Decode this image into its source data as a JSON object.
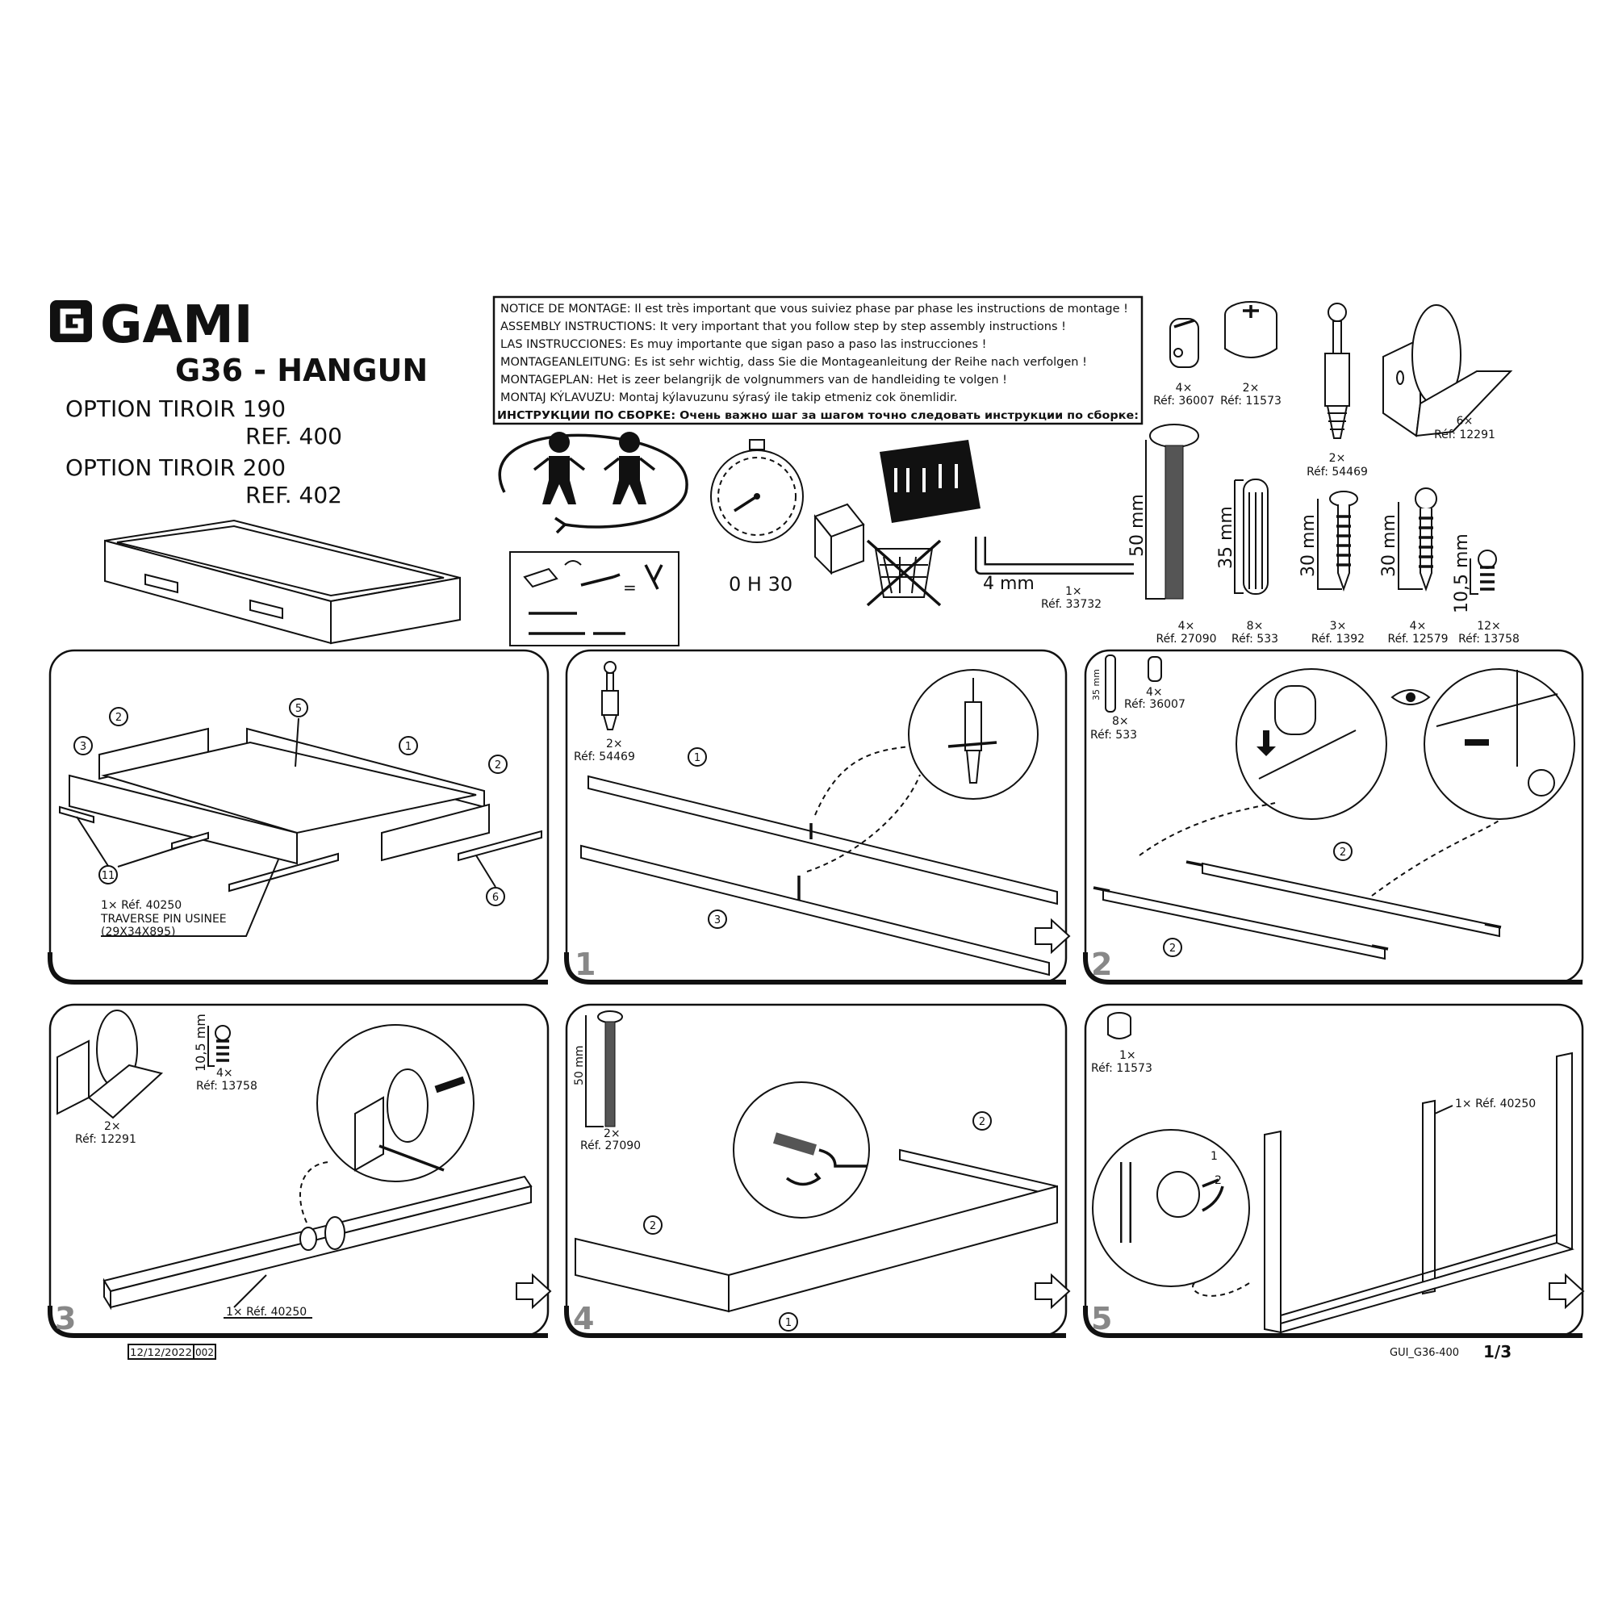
{
  "header": {
    "brand": "GAMI",
    "model": "G36 - HANGUN",
    "options": [
      {
        "name": "OPTION TIROIR 190",
        "ref": "REF. 400"
      },
      {
        "name": "OPTION TIROIR 200",
        "ref": "REF. 402"
      }
    ]
  },
  "notice": [
    {
      "label": "NOTICE DE MONTAGE:",
      "text": " Il est très important que vous suiviez phase par phase les instructions de montage !"
    },
    {
      "label": "ASSEMBLY INSTRUCTIONS:",
      "text": " It very important that you follow step by step assembly instructions !"
    },
    {
      "label": "LAS INSTRUCCIONES:",
      "text": " Es muy importante que sigan paso a paso las instrucciones !"
    },
    {
      "label": "MONTAGEANLEITUNG:",
      "text": " Es ist sehr wichtig, dass Sie die Montageanleitung der Reihe nach verfolgen !"
    },
    {
      "label": "MONTAGEPLAN:",
      "text": " Het is zeer belangrijk de volgnummers van de handleiding te volgen !"
    },
    {
      "label": "MONTAJ KÝLAVUZU:",
      "text": " Montaj kýlavuzunu sýrasý ile takip etmeniz cok önemlidir."
    },
    {
      "label": "ИНСТРУКЦИИ ПО СБОРКЕ:",
      "text": " Очень важно шаг за шагом точно следовать инструкции по сборке:"
    }
  ],
  "prep": {
    "duration": "0 H 30",
    "allen_size": "4 mm",
    "allen_qty": "1×",
    "allen_ref": "Réf. 33732"
  },
  "hardware": [
    {
      "qty": "4×",
      "ref": "Réf: 36007"
    },
    {
      "qty": "2×",
      "ref": "Réf: 11573"
    },
    {
      "qty": "2×",
      "ref": "Réf: 54469"
    },
    {
      "qty": "6×",
      "ref": "Réf: 12291"
    },
    {
      "qty": "4×",
      "ref": "Réf. 27090",
      "size": "50 mm"
    },
    {
      "qty": "8×",
      "ref": "Réf: 533",
      "size": "35 mm"
    },
    {
      "qty": "3×",
      "ref": "Réf. 1392",
      "size": "30 mm"
    },
    {
      "qty": "4×",
      "ref": "Réf. 12579",
      "size": "30 mm"
    },
    {
      "qty": "12×",
      "ref": "Réf: 13758",
      "size": "10,5 mm"
    }
  ],
  "overview": {
    "part_numbers": [
      "2",
      "3",
      "5",
      "1",
      "2",
      "11",
      "6"
    ],
    "caption": [
      "1× Réf. 40250",
      "TRAVERSE PIN USINEE",
      "(29X34X895)"
    ]
  },
  "steps": [
    {
      "number": "1",
      "qty": "2×",
      "ref": "Réf: 54469",
      "parts": [
        "1",
        "3"
      ]
    },
    {
      "number": "2",
      "size": "35 mm",
      "qty_a": "8×",
      "ref_a": "Réf: 533",
      "qty_b": "4×",
      "ref_b": "Réf: 36007",
      "parts": [
        "2",
        "2"
      ]
    },
    {
      "number": "3",
      "qty_a": "2×",
      "ref_a": "Réf: 12291",
      "size": "10,5 mm",
      "qty_b": "4×",
      "ref_b": "Réf: 13758",
      "beam": "1× Réf. 40250"
    },
    {
      "number": "4",
      "size": "50 mm",
      "qty": "2×",
      "ref": "Réf. 27090",
      "parts": [
        "2",
        "2",
        "1"
      ]
    },
    {
      "number": "5",
      "qty": "1×",
      "ref": "Réf: 11573",
      "sub": [
        "1",
        "2"
      ],
      "beam": "1× Réf. 40250"
    }
  ],
  "footer": {
    "date": "12/12/2022",
    "revision": "002",
    "doc_code": "GUI_G36-400",
    "page": "1/3"
  }
}
